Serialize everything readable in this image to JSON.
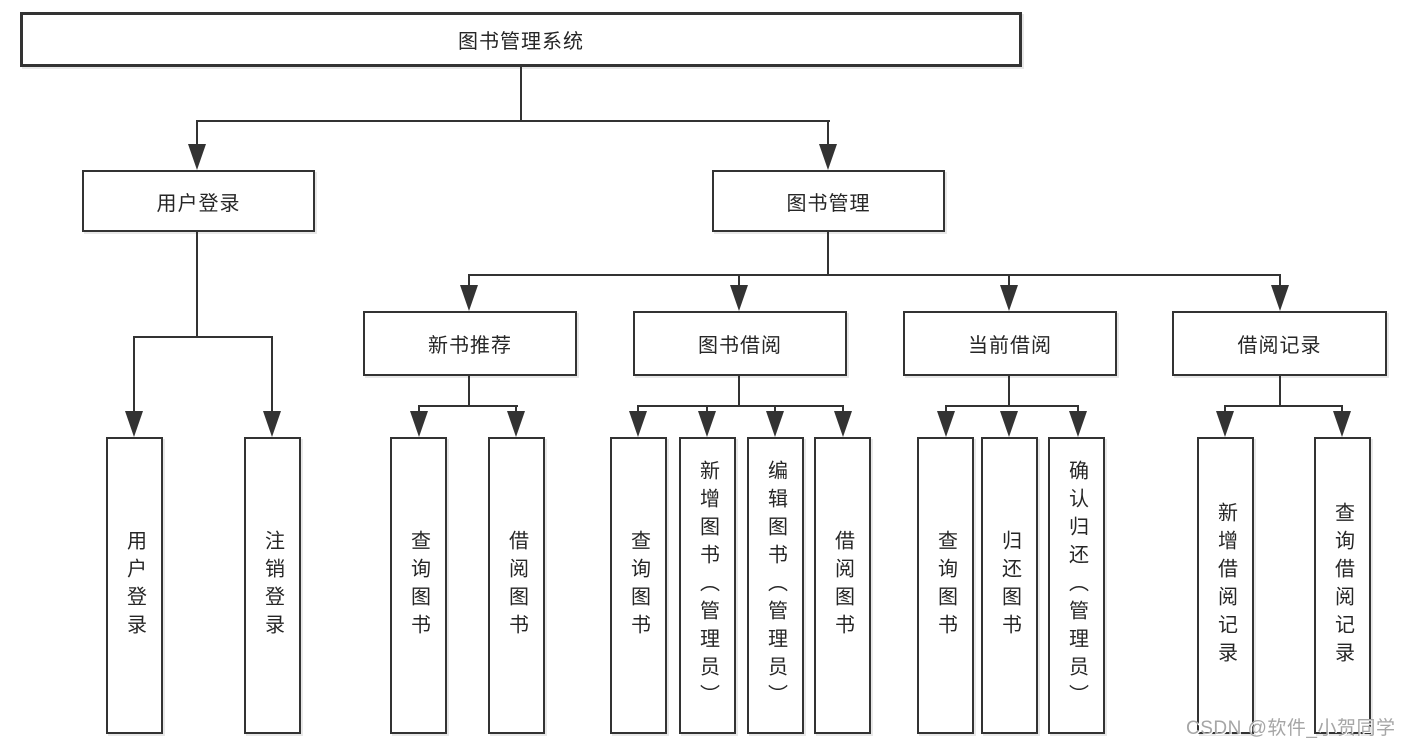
{
  "diagram": {
    "root": "图书管理系统",
    "level2": {
      "user_login": "用户登录",
      "book_mgmt": "图书管理"
    },
    "level3": {
      "new_book_recommend": "新书推荐",
      "book_borrow": "图书借阅",
      "current_borrow": "当前借阅",
      "borrow_records": "借阅记录"
    },
    "leaves": {
      "login": "用户登录",
      "logout": "注销登录",
      "nb_query_book": "查询图书",
      "nb_borrow_book": "借阅图书",
      "bb_query_book": "查询图书",
      "bb_add_book": "新增图书（管理员）",
      "bb_edit_book": "编辑图书（管理员）",
      "bb_borrow_book": "借阅图书",
      "cb_query_book": "查询图书",
      "cb_return_book": "归还图书",
      "cb_confirm_return": "确认归还（管理员）",
      "rec_add_record": "新增借阅记录",
      "rec_query_record": "查询借阅记录"
    }
  },
  "watermark": "CSDN @软件_小贺同学",
  "colors": {
    "line": "#333333",
    "background": "#ffffff",
    "watermark": "#a6a6a6"
  }
}
